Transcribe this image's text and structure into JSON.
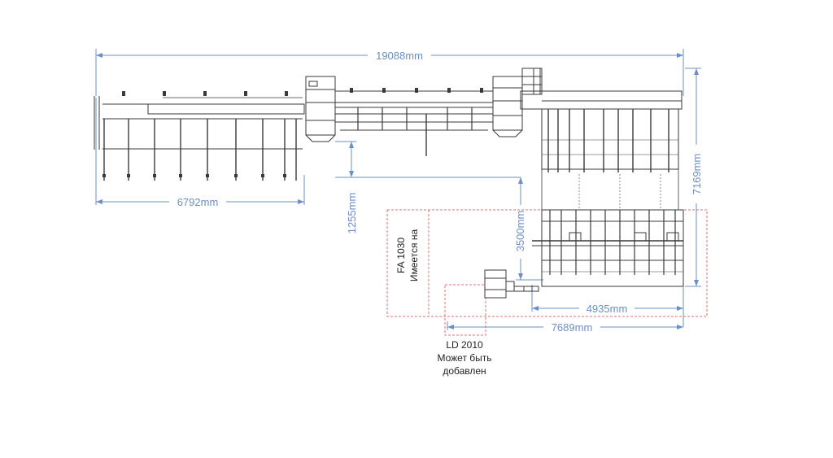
{
  "colors": {
    "dimension": "#6c8fc7",
    "machine": "#3a3a3a",
    "outline_dashed": "#e07070",
    "background": "#ffffff"
  },
  "dimensions": {
    "total_length": "19088mm",
    "left_conveyor": "6792mm",
    "offset_depth": "1255mm",
    "lower_depth": "3500mm",
    "total_depth": "7169mm",
    "lower_table_width": "4935mm",
    "lower_section_width": "7689mm"
  },
  "labels": {
    "fa_line1": "FA 1030",
    "fa_line2": "Имеется на",
    "ld_line1": "LD 2010",
    "ld_line2": "Может быть",
    "ld_line3": "добавлен"
  }
}
